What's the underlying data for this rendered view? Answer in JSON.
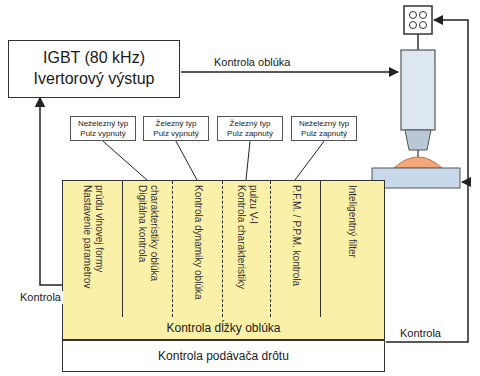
{
  "diagram": {
    "nodes": [
      {
        "text": [
          "IGBT (80 kHz) Ivertorový výstup"
        ]
      },
      {
        "text": [
          "Neželezný typ Pulz vypnutý"
        ]
      },
      {
        "text": [
          "Železný typ Pulz vypnutý"
        ]
      },
      {
        "text": [
          "Železný typ Pulz zapnutý"
        ]
      },
      {
        "text": [
          "Neželezný typ Pulz zapnutý"
        ]
      },
      {
        "text": [
          "Kontrola dĺžky oblúka"
        ]
      },
      {
        "text": [
          "Nastavenie parametrov prúdu vlnovej formy"
        ],
        "in": 5
      },
      {
        "text": [
          "Digitálna kontrola charakteristiky oblúka"
        ],
        "in": 5
      },
      {
        "text": [
          "Kontrola dynamiky oblúka"
        ],
        "in": 5
      },
      {
        "text": [
          "Kontrola charakteristiky pulzu V-I"
        ],
        "in": 5
      },
      {
        "text": [
          "P.F.M. / P.P.M. kontrola"
        ],
        "in": 5
      },
      {
        "text": [
          "Inteligentný filter"
        ],
        "in": 5
      },
      {
        "text": [
          "Kontrola podávača drôtu"
        ]
      }
    ],
    "edges": [
      {
        "from": 1,
        "to": 5,
        "arrow": "none"
      },
      {
        "from": 2,
        "to": 5,
        "arrow": "none"
      },
      {
        "from": 3,
        "to": 5,
        "arrow": "none"
      },
      {
        "from": 4,
        "to": 5,
        "arrow": "none"
      },
      {
        "from": 5,
        "to": 0,
        "label": "Kontrola",
        "arrow": "to"
      }
    ],
    "labels": [
      "Kontrola oblúka",
      "Kontrola"
    ]
  }
}
